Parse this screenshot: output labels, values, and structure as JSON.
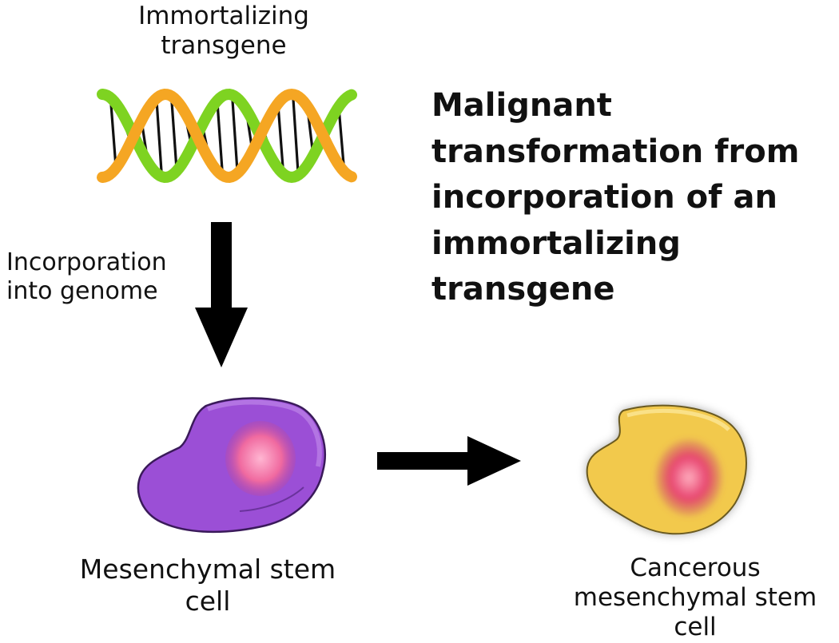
{
  "labels": {
    "transgene": "Immortalizing\ntransgene",
    "title": "Malignant\ntransformation from\nincorporation of an\nimmortalizing\ntransgene",
    "incorporation": "Incorporation\ninto genome",
    "msc": "Mesenchymal stem cell",
    "cancer": "Cancerous\nmesenchymal stem cell"
  },
  "colors": {
    "dna_strand_a": "#f5a623",
    "dna_strand_b": "#7ed321",
    "msc_cell": "#9b4fd6",
    "cancer_cell": "#f2c94c",
    "nucleus": "#f0508a",
    "arrow": "#000000"
  },
  "icons": {
    "dna": "dna-helix-icon",
    "msc": "purple-cell-icon",
    "cancer": "yellow-cell-icon"
  }
}
